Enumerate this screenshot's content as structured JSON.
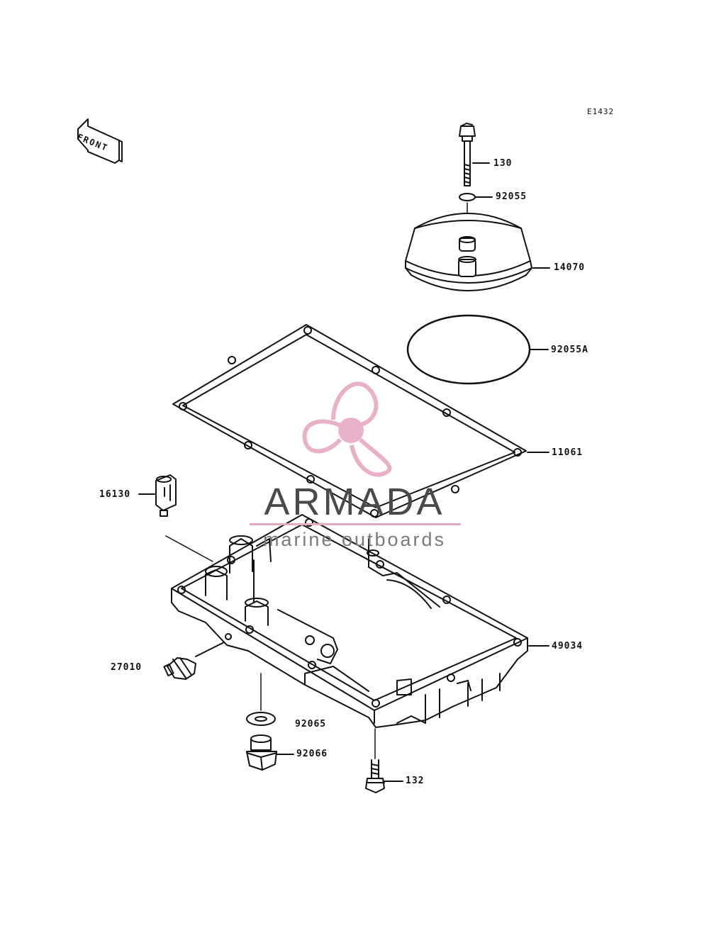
{
  "diagram_code": "E1432",
  "front_marker": "FRONT",
  "parts": [
    {
      "id": "130",
      "label": "130"
    },
    {
      "id": "92055",
      "label": "92055"
    },
    {
      "id": "14070",
      "label": "14070"
    },
    {
      "id": "92055A",
      "label": "92055A"
    },
    {
      "id": "11061",
      "label": "11061"
    },
    {
      "id": "16130",
      "label": "16130"
    },
    {
      "id": "49034",
      "label": "49034"
    },
    {
      "id": "27010",
      "label": "27010"
    },
    {
      "id": "92065",
      "label": "92065"
    },
    {
      "id": "92066",
      "label": "92066"
    },
    {
      "id": "132",
      "label": "132"
    }
  ],
  "watermark": {
    "brand": "ARMADA",
    "tagline": "marine outboards",
    "color_primary": "#e7a9c3",
    "color_text": "#4a4a4a"
  },
  "line_color": "#111111"
}
